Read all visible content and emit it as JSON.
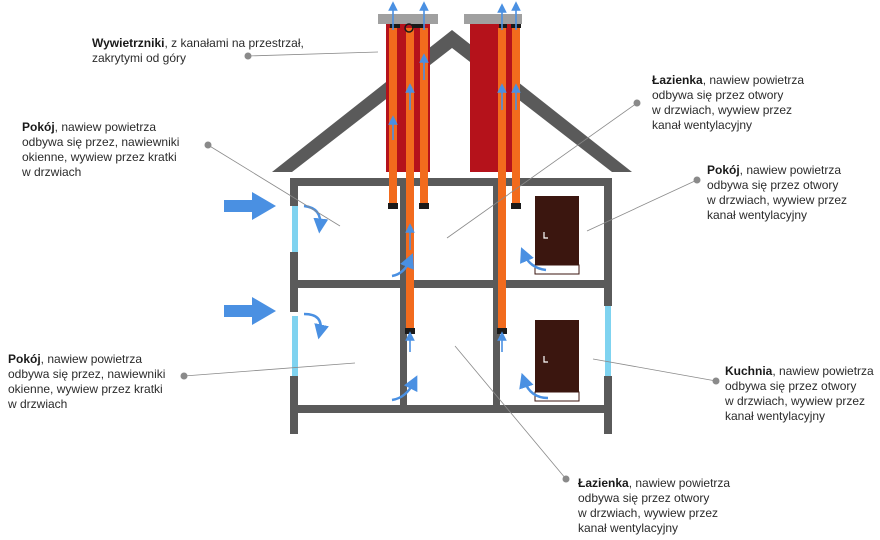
{
  "colors": {
    "wall": "#5a5a5a",
    "chimney": "#b5121b",
    "duct": "#f26b1d",
    "airflow": "#4a90e2",
    "window": "#7fd3f0",
    "door": "#3b160f",
    "leader": "#8a8a8a"
  },
  "labels": [
    {
      "id": "wywietrzniki",
      "title": "Wywietrzniki",
      "rest": ", z kanałami na przestrzał,",
      "lines": [
        "zakrytymi od góry"
      ]
    },
    {
      "id": "lazienka-top",
      "title": "Łazienka",
      "rest": ", nawiew powietrza",
      "lines": [
        "odbywa się przez otwory",
        "w drzwiach, wywiew przez",
        "kanał wentylacyjny"
      ]
    },
    {
      "id": "pokoj-top-left",
      "title": "Pokój",
      "rest": ", nawiew powietrza",
      "lines": [
        "odbywa się przez, nawiewniki",
        "okienne, wywiew przez kratki",
        "w drzwiach"
      ]
    },
    {
      "id": "pokoj-top-right",
      "title": "Pokój",
      "rest": ", nawiew powietrza",
      "lines": [
        "odbywa się przez otwory",
        "w drzwiach, wywiew przez",
        "kanał wentylacyjny"
      ]
    },
    {
      "id": "pokoj-bottom-left",
      "title": "Pokój",
      "rest": ", nawiew powietrza",
      "lines": [
        "odbywa się przez, nawiewniki",
        "okienne, wywiew przez kratki",
        "w drzwiach"
      ]
    },
    {
      "id": "kuchnia",
      "title": "Kuchnia",
      "rest": ", nawiew powietrza",
      "lines": [
        "odbywa się przez otwory",
        "w drzwiach, wywiew przez",
        "kanał wentylacyjny"
      ]
    },
    {
      "id": "lazienka-bottom",
      "title": "Łazienka",
      "rest": ", nawiew powietrza",
      "lines": [
        "odbywa się przez otwory",
        "w drzwiach, wywiew przez",
        "kanał wentylacyjny"
      ]
    }
  ]
}
